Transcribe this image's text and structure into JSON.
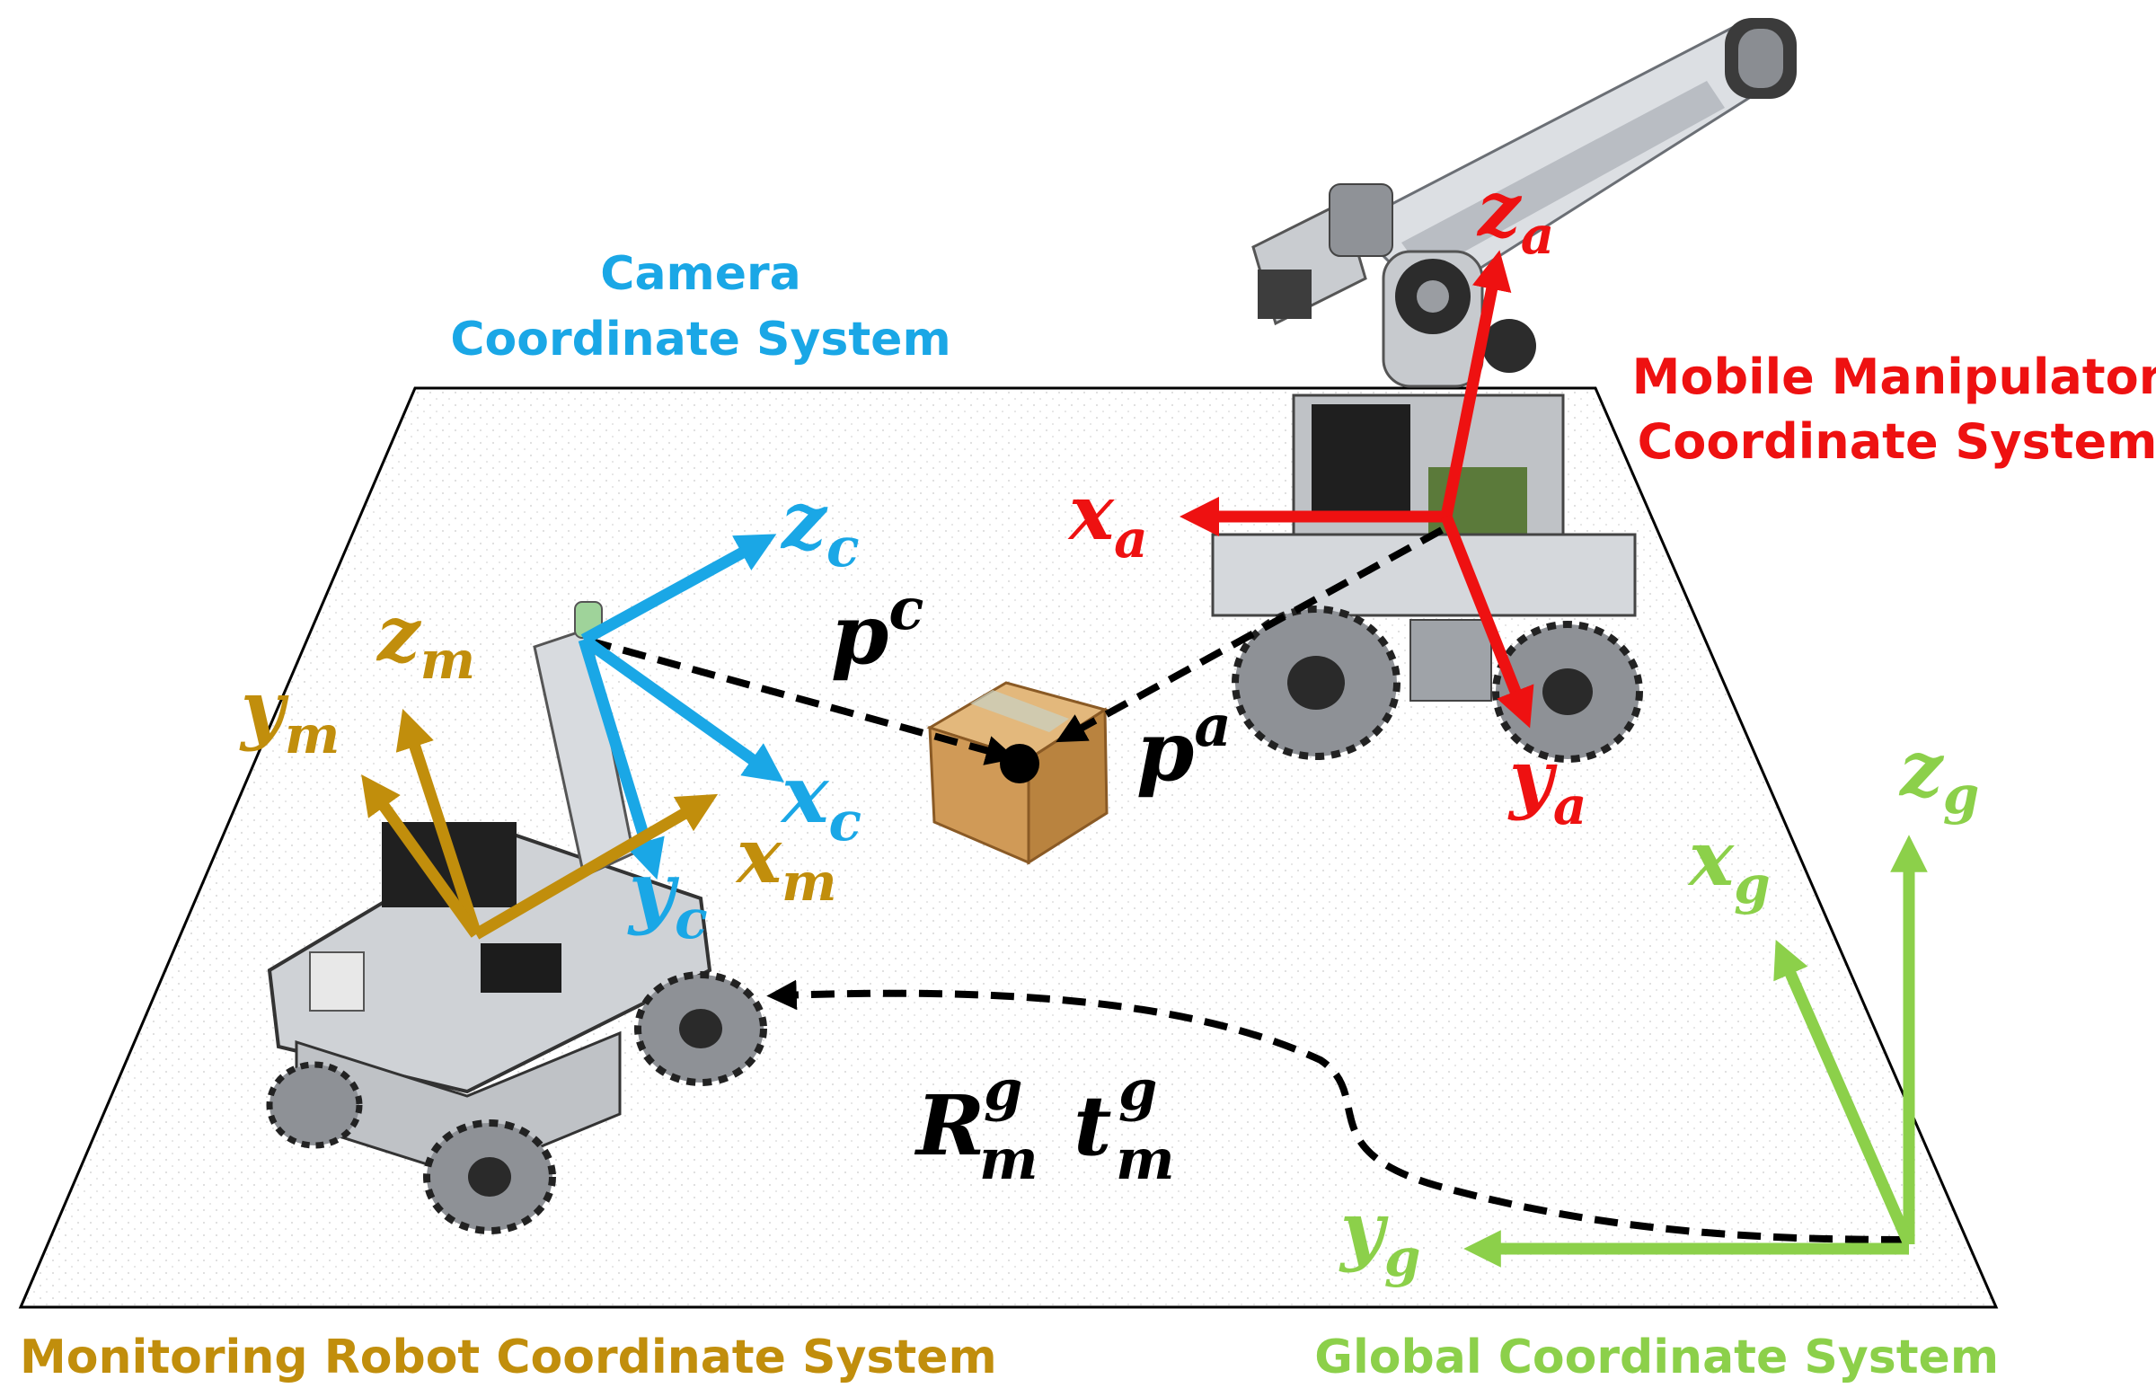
{
  "titles": {
    "camera_line1": "Camera",
    "camera_line2": "Coordinate System",
    "mobile_line1": "Mobile Manipulator",
    "mobile_line2": "Coordinate System",
    "monitoring": "Monitoring Robot Coordinate System",
    "global": "Global Coordinate System"
  },
  "axes": {
    "camera": {
      "x": "x",
      "x_sub": "c",
      "y": "y",
      "y_sub": "c",
      "z": "z",
      "z_sub": "c"
    },
    "monitor": {
      "x": "x",
      "x_sub": "m",
      "y": "y",
      "y_sub": "m",
      "z": "z",
      "z_sub": "m"
    },
    "arm": {
      "x": "x",
      "x_sub": "a",
      "y": "y",
      "y_sub": "a",
      "z": "z",
      "z_sub": "a"
    },
    "global": {
      "x": "x",
      "x_sub": "g",
      "y": "y",
      "y_sub": "g",
      "z": "z",
      "z_sub": "g"
    }
  },
  "vectors": {
    "pc": "p",
    "pc_sup": "c",
    "pa": "p",
    "pa_sup": "a",
    "R": "R",
    "R_sup": "g",
    "R_sub": "m",
    "t": "t",
    "t_sup": "g",
    "t_sub": "m"
  },
  "colors": {
    "camera": "#1aa7e6",
    "monitor": "#c18e0c",
    "arm": "#ee1111",
    "global": "#8cd04a",
    "path": "#000000",
    "floor_border": "#000000"
  }
}
